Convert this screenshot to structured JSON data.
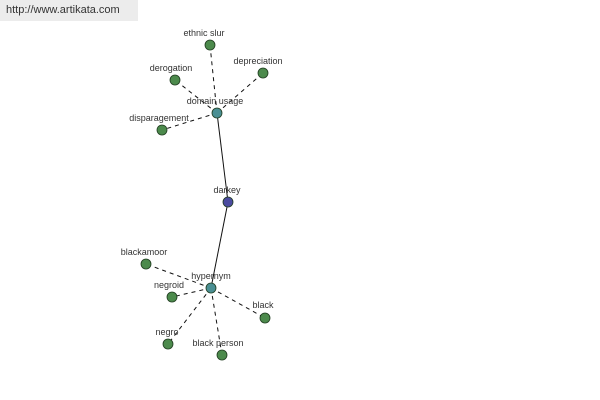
{
  "site_url": "http://www.artikata.com",
  "colors": {
    "hub": "#4a8f93",
    "leaf": "#4c8a4c",
    "center": "#4b4ba0",
    "node_stroke": "#1f3b1f",
    "edge": "#111111"
  },
  "graph": {
    "nodes": {
      "center": {
        "label": "darkey",
        "kind": "center"
      },
      "hub_usage": {
        "label": "domain usage",
        "kind": "hub"
      },
      "hub_hyper": {
        "label": "hypernym",
        "kind": "hub"
      },
      "ethnic_slur": {
        "label": "ethnic slur",
        "kind": "leaf"
      },
      "derogation": {
        "label": "derogation",
        "kind": "leaf"
      },
      "depreciation": {
        "label": "depreciation",
        "kind": "leaf"
      },
      "disparagement": {
        "label": "disparagement",
        "kind": "leaf"
      },
      "blackamoor": {
        "label": "blackamoor",
        "kind": "leaf"
      },
      "negroid": {
        "label": "negroid",
        "kind": "leaf"
      },
      "black": {
        "label": "black",
        "kind": "leaf"
      },
      "negro": {
        "label": "negro",
        "kind": "leaf"
      },
      "black_person": {
        "label": "black person",
        "kind": "leaf"
      }
    },
    "edges": [
      {
        "from": "center",
        "to": "hub_usage",
        "style": "solid"
      },
      {
        "from": "center",
        "to": "hub_hyper",
        "style": "solid"
      },
      {
        "from": "hub_usage",
        "to": "ethnic_slur",
        "style": "dashed"
      },
      {
        "from": "hub_usage",
        "to": "derogation",
        "style": "dashed"
      },
      {
        "from": "hub_usage",
        "to": "depreciation",
        "style": "dashed"
      },
      {
        "from": "hub_usage",
        "to": "disparagement",
        "style": "dashed"
      },
      {
        "from": "hub_hyper",
        "to": "blackamoor",
        "style": "dashed"
      },
      {
        "from": "hub_hyper",
        "to": "negroid",
        "style": "dashed"
      },
      {
        "from": "hub_hyper",
        "to": "black",
        "style": "dashed"
      },
      {
        "from": "hub_hyper",
        "to": "negro",
        "style": "dashed"
      },
      {
        "from": "hub_hyper",
        "to": "black_person",
        "style": "dashed"
      }
    ]
  }
}
